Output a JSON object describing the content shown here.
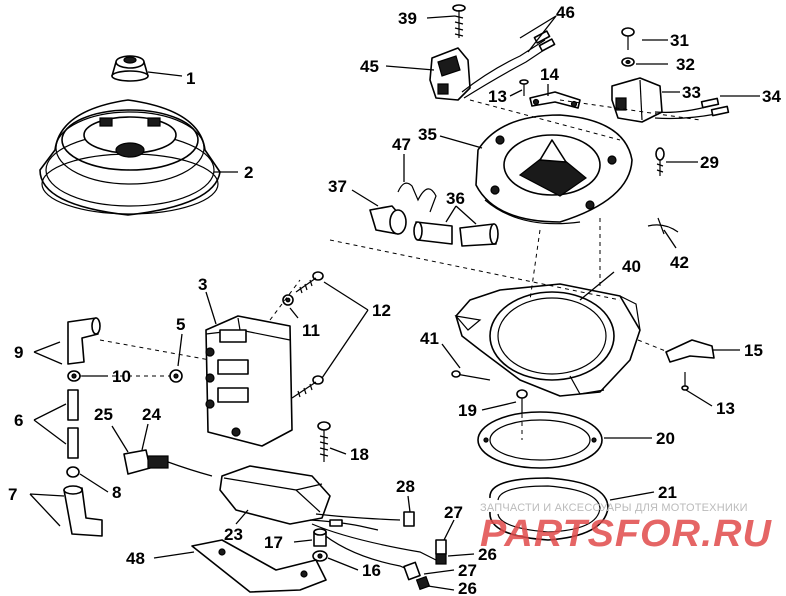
{
  "callouts": {
    "c1": "1",
    "c2": "2",
    "c3": "3",
    "c5": "5",
    "c6": "6",
    "c7": "7",
    "c8": "8",
    "c9": "9",
    "c10": "10",
    "c11": "11",
    "c12": "12",
    "c13a": "13",
    "c13b": "13",
    "c14": "14",
    "c15": "15",
    "c16": "16",
    "c17": "17",
    "c18": "18",
    "c19": "19",
    "c20": "20",
    "c21": "21",
    "c23": "23",
    "c24": "24",
    "c25": "25",
    "c26a": "26",
    "c26b": "26",
    "c27a": "27",
    "c27b": "27",
    "c28": "28",
    "c29": "29",
    "c31": "31",
    "c32": "32",
    "c33": "33",
    "c34": "34",
    "c35": "35",
    "c36": "36",
    "c37": "37",
    "c39": "39",
    "c40": "40",
    "c41": "41",
    "c42": "42",
    "c45": "45",
    "c46": "46",
    "c47": "47",
    "c48": "48"
  },
  "watermark": {
    "tagline": "ЗАПЧАСТИ И АКСЕССУАРЫ ДЛЯ МОТОТЕХНИКИ",
    "logo": "PARTSFOR.RU",
    "logo_color": "#e14b4b"
  }
}
